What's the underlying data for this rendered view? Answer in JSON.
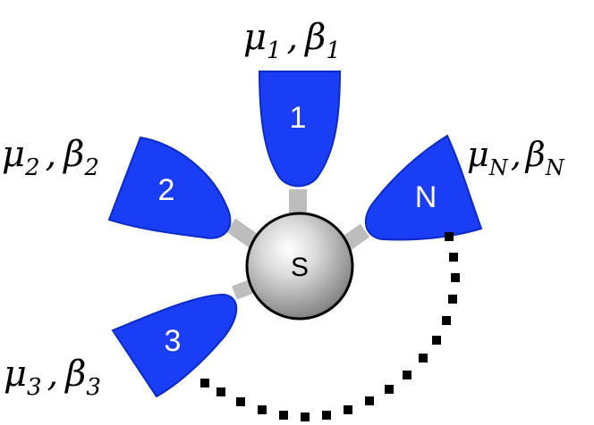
{
  "system": {
    "label": "S"
  },
  "reservoirs": [
    {
      "id": "1",
      "number": "1",
      "mu_main": "μ",
      "mu_sub": "1",
      "beta_main": "β",
      "beta_sub": "1"
    },
    {
      "id": "2",
      "number": "2",
      "mu_main": "μ",
      "mu_sub": "2",
      "beta_main": "β",
      "beta_sub": "2"
    },
    {
      "id": "3",
      "number": "3",
      "mu_main": "μ",
      "mu_sub": "3",
      "beta_main": "β",
      "beta_sub": "3"
    },
    {
      "id": "N",
      "number": "N",
      "mu_main": "μ",
      "mu_sub": "N",
      "beta_main": "β",
      "beta_sub": "N"
    }
  ],
  "separator": ",",
  "colors": {
    "reservoir_fill": "#1a3ef5",
    "reservoir_stroke": "#0b2bc8",
    "link": "#bdbdbd",
    "sphere_light": "#f7f7f7",
    "sphere_dark": "#6e6e6e",
    "dots": "#000000"
  }
}
